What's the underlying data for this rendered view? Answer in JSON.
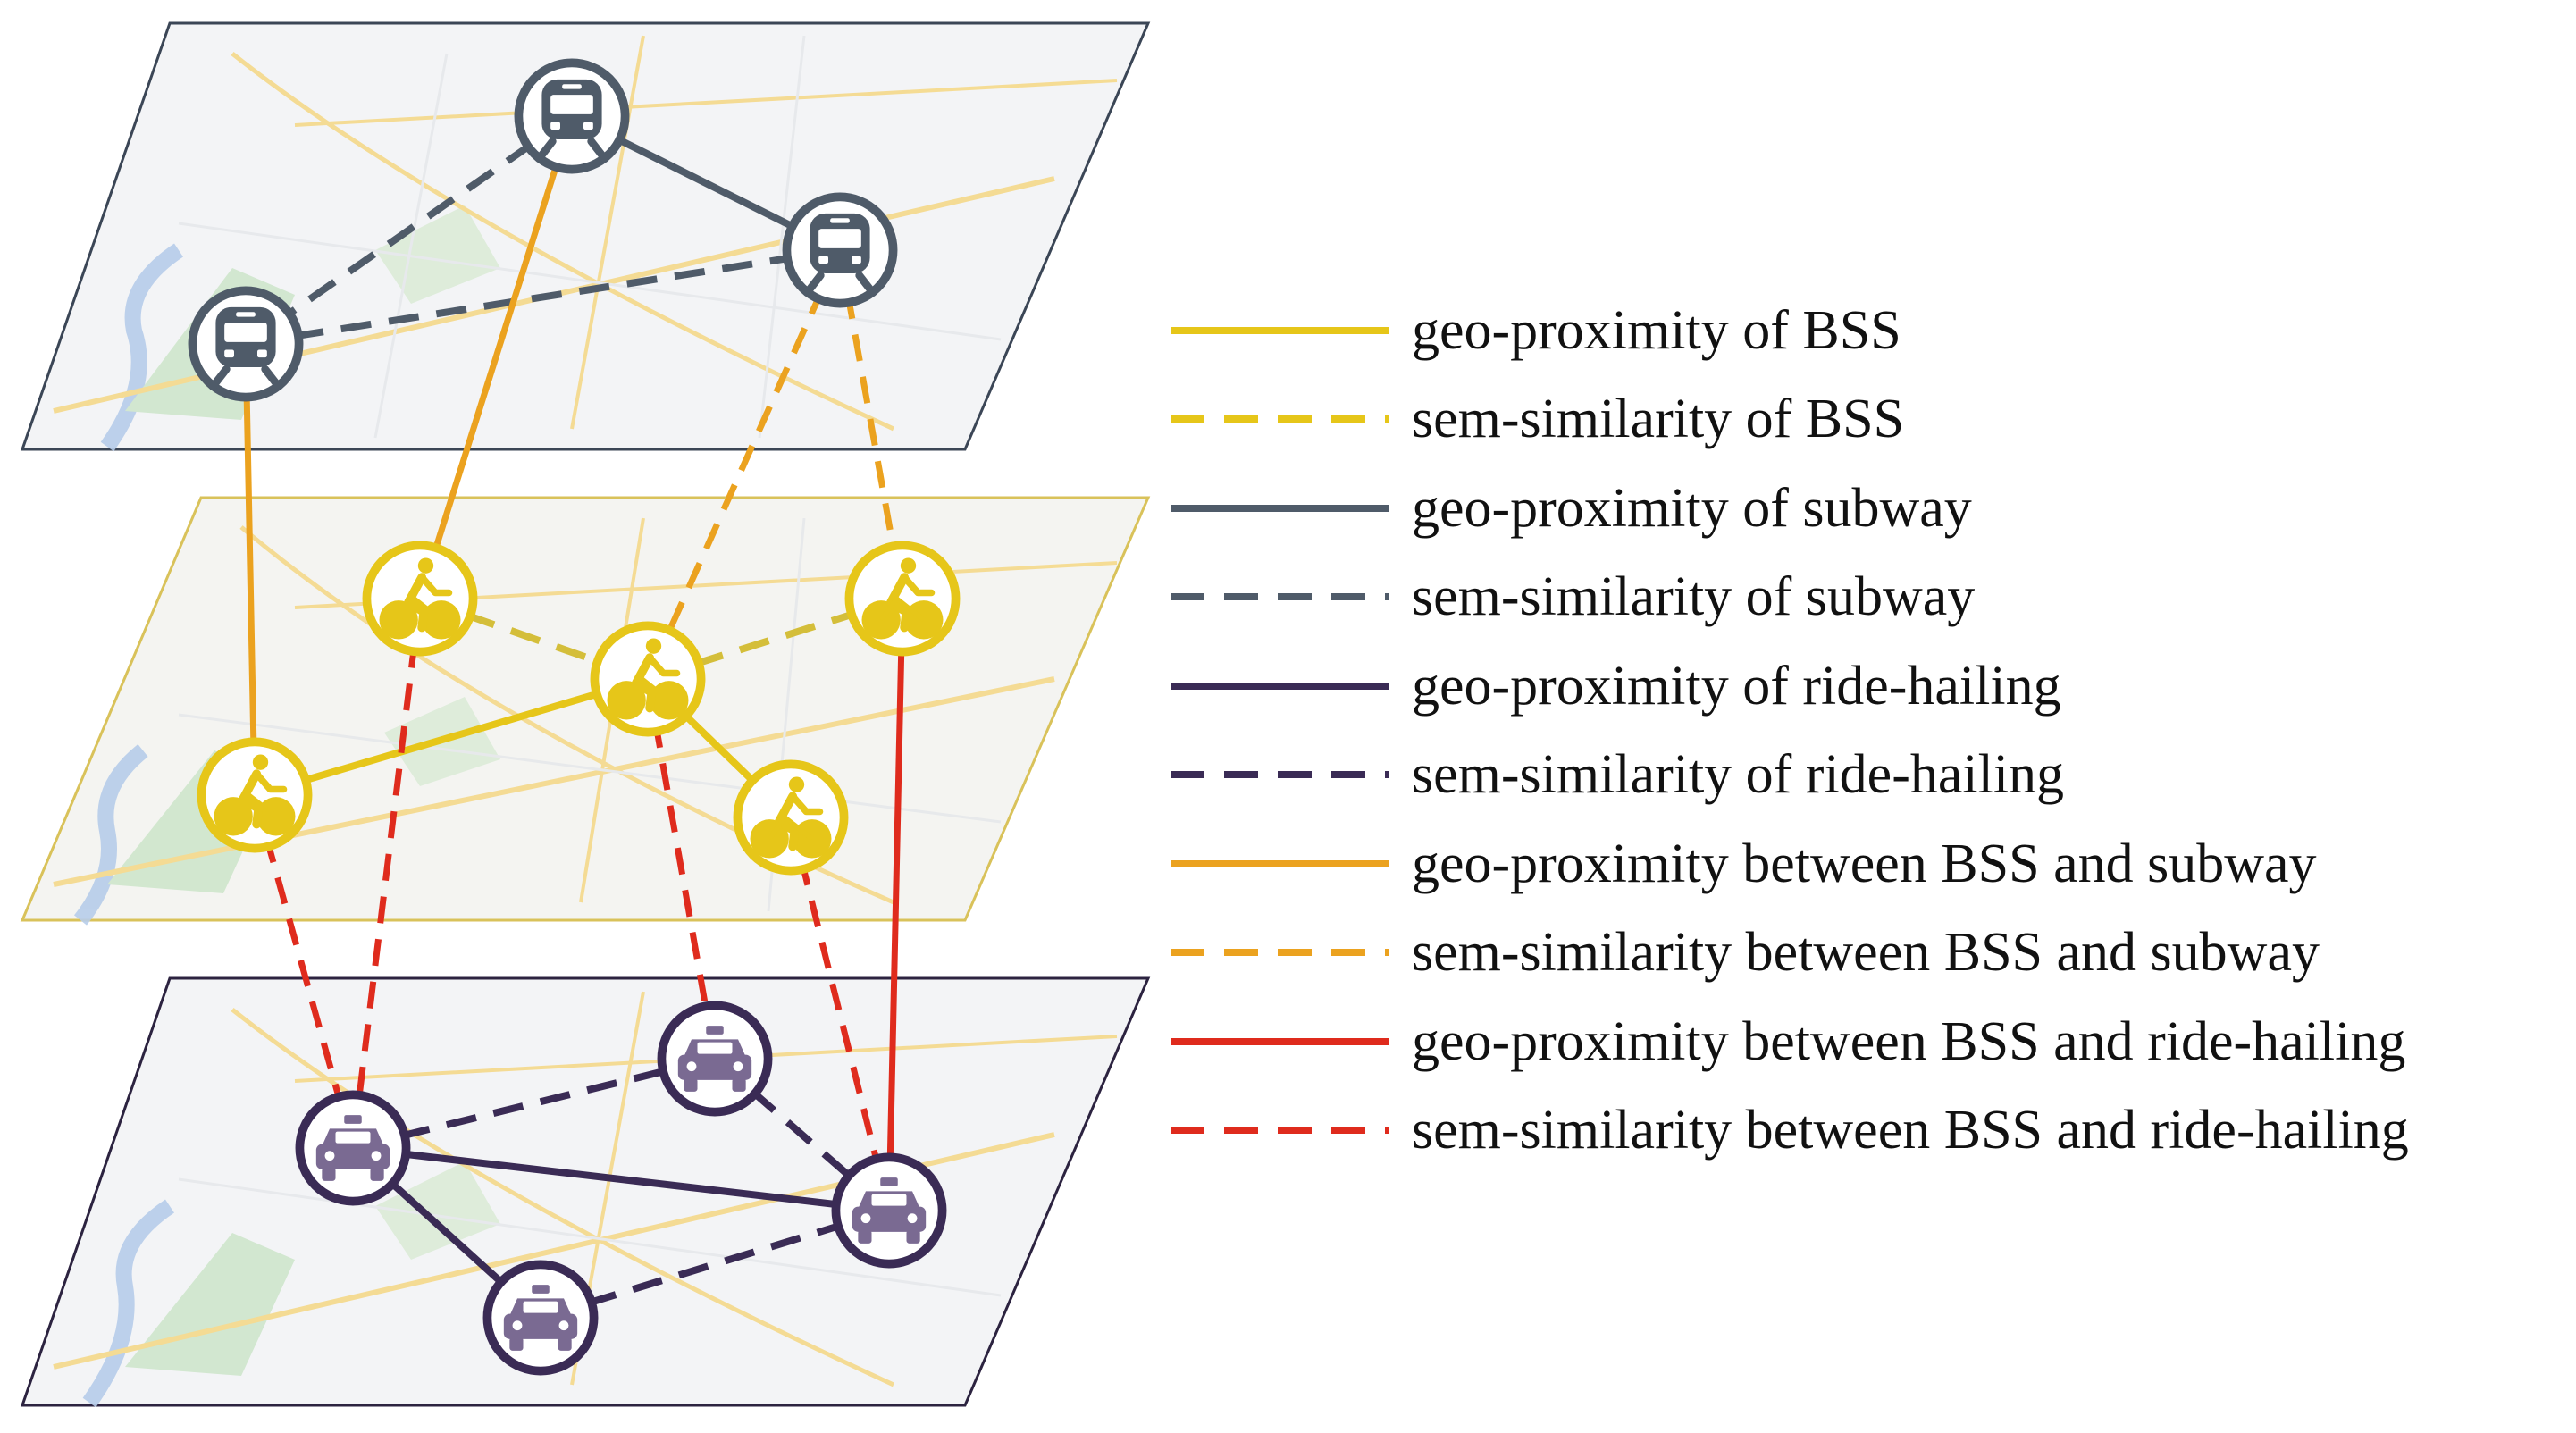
{
  "colors": {
    "bss": "#e6c619",
    "bss_dark": "#d4b400",
    "subway": "#4f5b69",
    "ride": "#3a2b55",
    "ride_icon": "#7a6a92",
    "bss_subway": "#eba21f",
    "bss_ride": "#df2b1d",
    "map_bg": "#f3f4f6",
    "map_road": "#f5d98a",
    "map_park": "#cfe6cc",
    "map_water": "#b7cdea"
  },
  "layers": [
    {
      "name": "subway-layer",
      "icon": "train-icon",
      "border_color": "#3b4656"
    },
    {
      "name": "bss-layer",
      "icon": "bicycle-icon",
      "border_color": "#d9c25a"
    },
    {
      "name": "ride-hailing-layer",
      "icon": "car-icon",
      "border_color": "#2c2340"
    }
  ],
  "legend": {
    "items": [
      {
        "label": "geo-proximity of BSS",
        "color": "#e6c619",
        "style": "solid"
      },
      {
        "label": "sem-similarity of BSS",
        "color": "#e6c619",
        "style": "dashed"
      },
      {
        "label": "geo-proximity of subway",
        "color": "#4f5b69",
        "style": "solid"
      },
      {
        "label": "sem-similarity of subway",
        "color": "#4f5b69",
        "style": "dashed"
      },
      {
        "label": "geo-proximity of ride-hailing",
        "color": "#3a2b55",
        "style": "solid"
      },
      {
        "label": "sem-similarity of ride-hailing",
        "color": "#3a2b55",
        "style": "dashed"
      },
      {
        "label": "geo-proximity between BSS and subway",
        "color": "#eba21f",
        "style": "solid"
      },
      {
        "label": "sem-similarity between BSS and subway",
        "color": "#eba21f",
        "style": "dashed"
      },
      {
        "label": "geo-proximity between BSS and ride-hailing",
        "color": "#df2b1d",
        "style": "solid"
      },
      {
        "label": "sem-similarity between BSS and ride-hailing",
        "color": "#df2b1d",
        "style": "dashed"
      }
    ]
  }
}
